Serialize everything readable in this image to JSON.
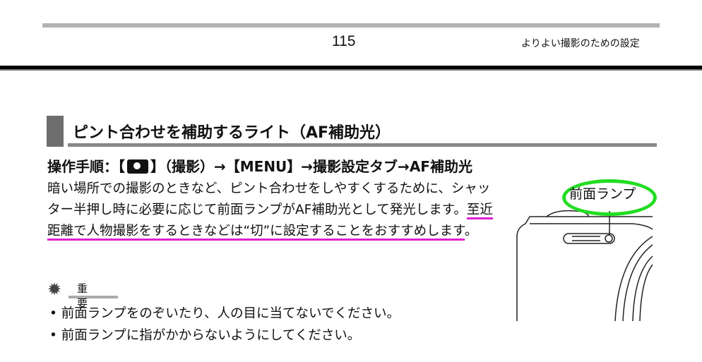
{
  "header": {
    "page_number": "115",
    "section": "よりよい撮影のための設定"
  },
  "heading": "ピント合わせを補助するライト（AF補助光）",
  "procedure": {
    "prefix": "操作手順：【",
    "after_icon": "】（撮影）→【MENU】→撮影設定タブ→AF補助光",
    "icon": "camera-icon"
  },
  "body": {
    "normal": "暗い場所での撮影のときなど、ピント合わせをしやすくするために、シャッター半押し時に必要に応じて前面ランプがAF補助光として発光します。",
    "highlighted": "至近距離で人物撮影をするときなどは“切”に設定することをおすすめします",
    "end": "。"
  },
  "important": {
    "label": "重要",
    "bullets": [
      "前面ランプをのぞいたり、人の目に当てないでください。",
      "前面ランプに指がかからないようにしてください。"
    ]
  },
  "illustration": {
    "label": "前面ランプ",
    "highlight_color": "#22dd22"
  },
  "colors": {
    "underline": "#e020d0"
  }
}
